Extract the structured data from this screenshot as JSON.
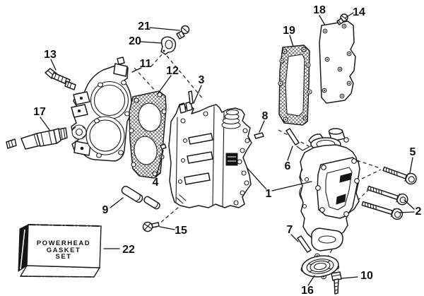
{
  "figure": {
    "description": "Exploded line-art parts diagram of an outboard motor powerhead (cylinder head, gaskets, cylinder block, crankcase, covers, fasteners) with numbered callouts",
    "background_color": "#ffffff",
    "line_color": "#1b1b1b"
  },
  "callouts": {
    "c1": "1",
    "c2": "2",
    "c3": "3",
    "c4": "4",
    "c5": "5",
    "c6": "6",
    "c7": "7",
    "c8": "8",
    "c9": "9",
    "c10": "10",
    "c11": "11",
    "c12": "12",
    "c13": "13",
    "c14": "14",
    "c15": "15",
    "c16": "16",
    "c17": "17",
    "c18": "18",
    "c19": "19",
    "c20": "20",
    "c21": "21",
    "c22": "22"
  },
  "box": {
    "line1": "POWERHEAD",
    "line2": "GASKET",
    "line3": "SET"
  }
}
